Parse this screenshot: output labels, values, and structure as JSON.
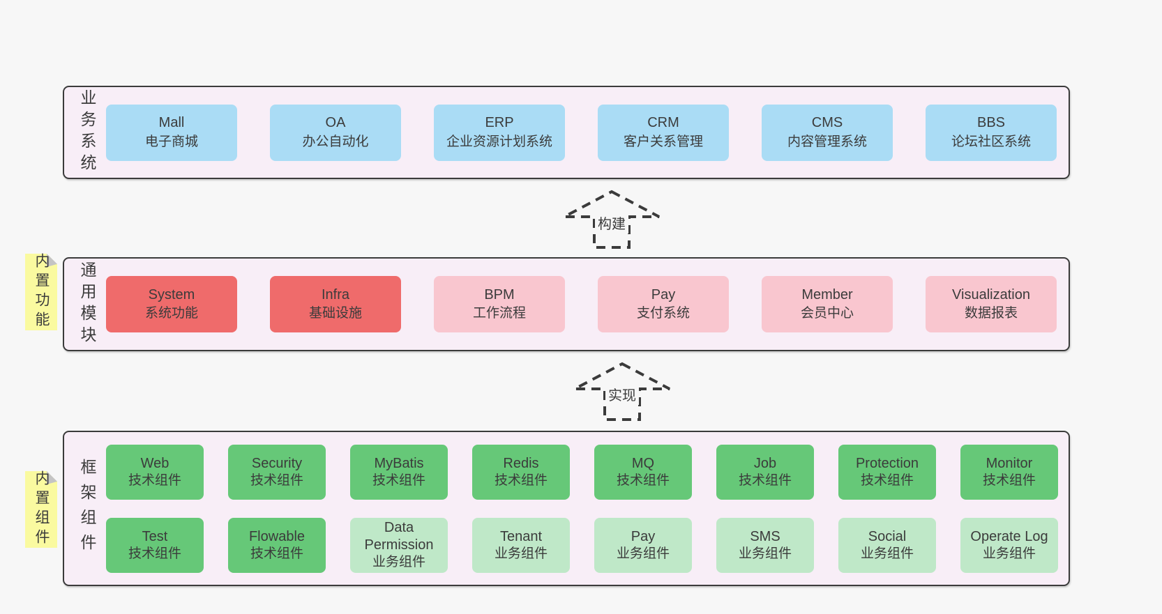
{
  "business": {
    "label": "业务系统",
    "boxes": [
      {
        "name": "Mall",
        "desc": "电子商城"
      },
      {
        "name": "OA",
        "desc": "办公自动化"
      },
      {
        "name": "ERP",
        "desc": "企业资源计划系统"
      },
      {
        "name": "CRM",
        "desc": "客户关系管理"
      },
      {
        "name": "CMS",
        "desc": "内容管理系统"
      },
      {
        "name": "BBS",
        "desc": "论坛社区系统"
      }
    ]
  },
  "arrow_build": {
    "label": "构建"
  },
  "modules": {
    "label": "通用模块",
    "note": "内置功能",
    "boxes": [
      {
        "name": "System",
        "desc": "系统功能"
      },
      {
        "name": "Infra",
        "desc": "基础设施"
      },
      {
        "name": "BPM",
        "desc": "工作流程"
      },
      {
        "name": "Pay",
        "desc": "支付系统"
      },
      {
        "name": "Member",
        "desc": "会员中心"
      },
      {
        "name": "Visualization",
        "desc": "数据报表"
      }
    ]
  },
  "arrow_implement": {
    "label": "实现"
  },
  "framework": {
    "label": "框架组件",
    "note": "内置组件",
    "row1": [
      {
        "name": "Web",
        "desc": "技术组件"
      },
      {
        "name": "Security",
        "desc": "技术组件"
      },
      {
        "name": "MyBatis",
        "desc": "技术组件"
      },
      {
        "name": "Redis",
        "desc": "技术组件"
      },
      {
        "name": "MQ",
        "desc": "技术组件"
      },
      {
        "name": "Job",
        "desc": "技术组件"
      },
      {
        "name": "Protection",
        "desc": "技术组件"
      },
      {
        "name": "Monitor",
        "desc": "技术组件"
      }
    ],
    "row2": [
      {
        "name": "Test",
        "desc": "技术组件"
      },
      {
        "name": "Flowable",
        "desc": "技术组件"
      },
      {
        "name": "Data Permission",
        "desc": "业务组件"
      },
      {
        "name": "Tenant",
        "desc": "业务组件"
      },
      {
        "name": "Pay",
        "desc": "业务组件"
      },
      {
        "name": "SMS",
        "desc": "业务组件"
      },
      {
        "name": "Social",
        "desc": "业务组件"
      },
      {
        "name": "Operate Log",
        "desc": "业务组件"
      }
    ]
  },
  "colors": {
    "page_bg": "#f7f7f7",
    "container_bg": "#f8eef7",
    "border": "#3b3b3b",
    "blue": "#aadcf5",
    "red": "#ef6b6b",
    "pink": "#f9c6cf",
    "green_dark": "#66c878",
    "green_light": "#bfe8c8",
    "note_yellow": "#fafaa0",
    "fold_gray": "#c4c4c4"
  }
}
